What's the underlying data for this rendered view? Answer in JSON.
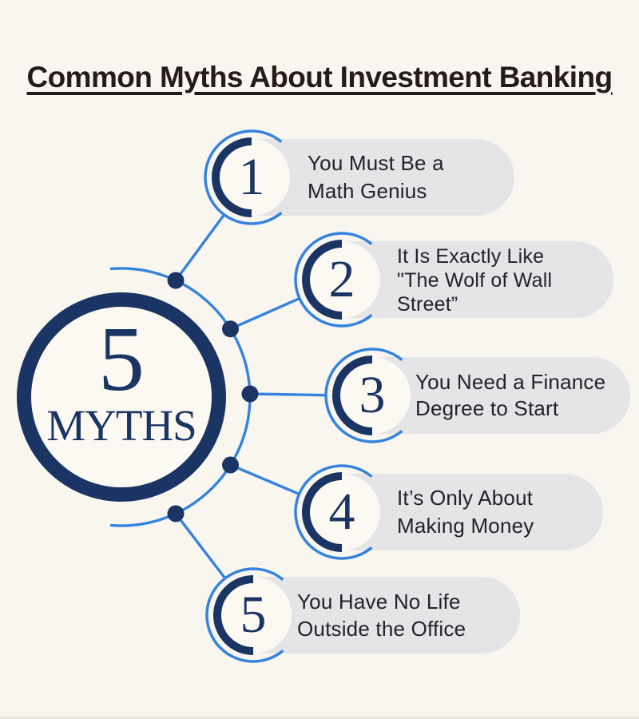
{
  "title": "Common Myths About Investment Banking",
  "center": {
    "number": "5",
    "label": "MYTHS"
  },
  "colors": {
    "navy": "#1a3563",
    "blue": "#3583de",
    "pill": "#e5e4e7",
    "bg": "#f9f6f0",
    "paper": "#fcf9f2",
    "ink": "#202328",
    "title": "#241b1d"
  },
  "items": [
    {
      "number": "1",
      "text": "You Must Be a Math Genius",
      "lines": [
        "You Must Be a",
        "Math Genius"
      ]
    },
    {
      "number": "2",
      "text": "It Is Exactly Like \"The Wolf of Wall Street”",
      "lines": [
        "It Is Exactly Like",
        "\"The Wolf of Wall",
        "Street”"
      ]
    },
    {
      "number": "3",
      "text": "You Need a Finance Degree to Start",
      "lines": [
        "You Need a Finance",
        "Degree to Start"
      ]
    },
    {
      "number": "4",
      "text": "It’s Only About Making Money",
      "lines": [
        "It’s Only About",
        "Making Money"
      ]
    },
    {
      "number": "5",
      "text": "You Have No Life Outside the Office",
      "lines": [
        "You Have No Life",
        "Outside the Office"
      ]
    }
  ]
}
